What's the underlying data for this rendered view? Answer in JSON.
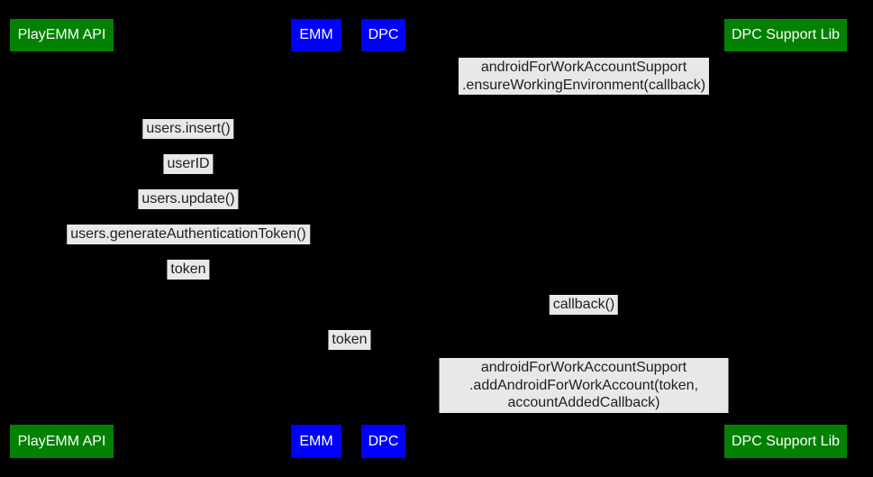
{
  "diagram": {
    "type": "sequence",
    "background_color": "#000000",
    "label_bg_color": "#e8e8e8",
    "label_text_color": "#1f1f1f",
    "actor_text_color": "#ffffff",
    "actor_green_color": "#028102",
    "actor_blue_color": "#0000ff",
    "actors": [
      {
        "id": "playemm-api",
        "label": "PlayEMM API",
        "color": "#028102"
      },
      {
        "id": "emm",
        "label": "EMM",
        "color": "#0000ff"
      },
      {
        "id": "dpc",
        "label": "DPC",
        "color": "#0000ff"
      },
      {
        "id": "dpc-support-lib",
        "label": "DPC Support Lib",
        "color": "#028102"
      }
    ],
    "messages": [
      {
        "from": "dpc",
        "to": "dpc-support-lib",
        "text": "androidForWorkAccountSupport\n.ensureWorkingEnvironment(callback)"
      },
      {
        "from": "emm",
        "to": "playemm-api",
        "text": "users.insert()"
      },
      {
        "from": "playemm-api",
        "to": "emm",
        "text": "userID"
      },
      {
        "from": "emm",
        "to": "playemm-api",
        "text": "users.update()"
      },
      {
        "from": "emm",
        "to": "playemm-api",
        "text": "users.generateAuthenticationToken()"
      },
      {
        "from": "playemm-api",
        "to": "emm",
        "text": "token"
      },
      {
        "from": "dpc-support-lib",
        "to": "dpc",
        "text": "callback()"
      },
      {
        "from": "emm",
        "to": "dpc",
        "text": "token"
      },
      {
        "from": "dpc",
        "to": "dpc-support-lib",
        "text": "androidForWorkAccountSupport\n.addAndroidForWorkAccount(token, accountAddedCallback)"
      }
    ]
  }
}
